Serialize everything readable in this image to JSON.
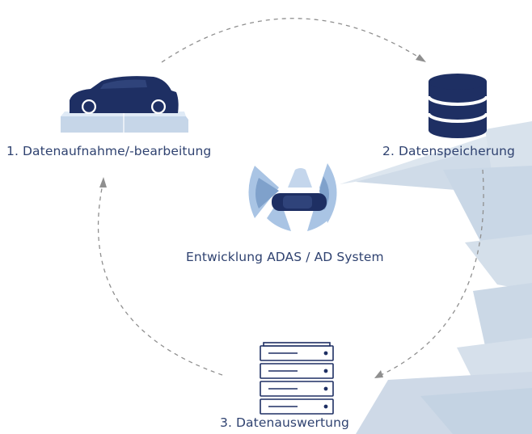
{
  "diagram": {
    "steps": [
      {
        "label": "1. Datenaufnahme/-bearbeitung",
        "icon": "car-on-platform-icon"
      },
      {
        "label": "2. Datenspeicherung",
        "icon": "database-icon"
      },
      {
        "label": "3. Datenauswertung",
        "icon": "server-rack-icon"
      }
    ],
    "center": {
      "label": "Entwicklung ADAS / AD System",
      "icon": "car-sensor-fields-icon"
    }
  },
  "colors": {
    "navy": "#1e2f63",
    "text": "#2f4270",
    "platform_light": "#dbe8f6",
    "platform_mid": "#b6cde6",
    "sensor_light": "#a9c4e4",
    "sensor_dark": "#7fa1cb",
    "arrow": "#8a8a8a",
    "background_shapes": "#d3deea"
  }
}
